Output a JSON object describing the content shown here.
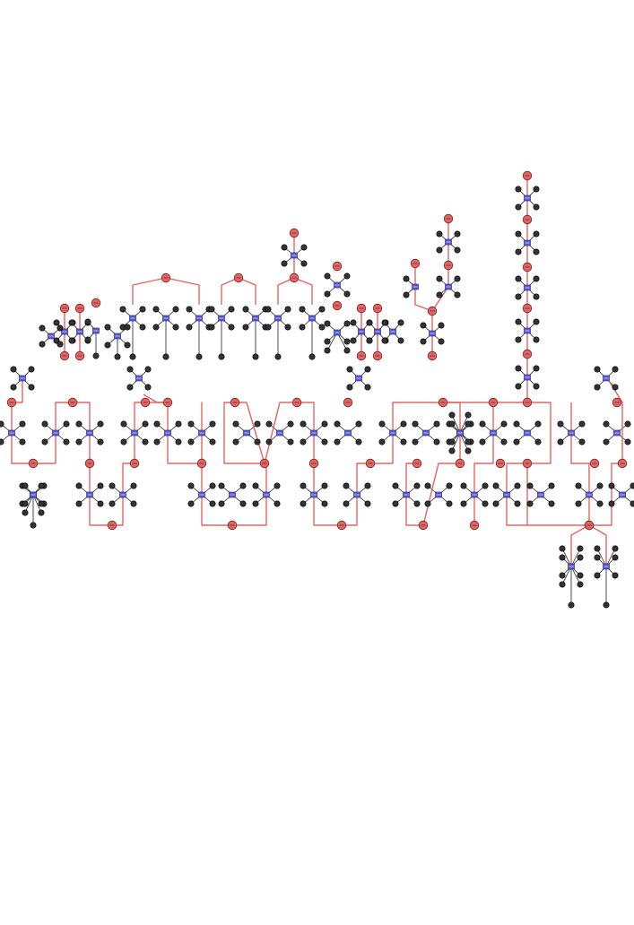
{
  "colors": {
    "background": "#ffffff",
    "edge": "#222222",
    "red_path": "#e06666",
    "red_node_fill": "#e06666",
    "blue_node_fill": "#5a5ad6",
    "black_node_fill": "#333333"
  },
  "legend": {
    "node_kinds": [
      "blue-square",
      "red-circle",
      "black-circle"
    ]
  }
}
